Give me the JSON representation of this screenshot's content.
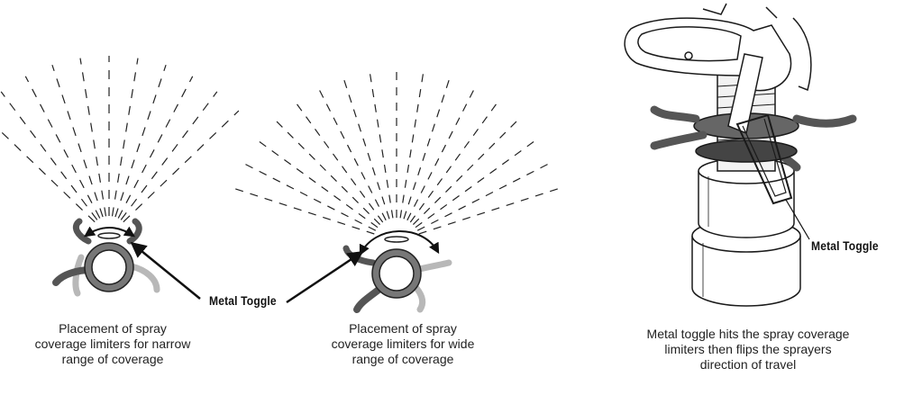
{
  "panels": [
    {
      "caption_lines": [
        "Placement of spray",
        "coverage limiters for narrow",
        "range of coverage"
      ]
    },
    {
      "caption_lines": [
        "Placement of spray",
        "coverage limiters for wide",
        "range of coverage"
      ]
    },
    {
      "caption_lines": [
        "Metal toggle hits the spray coverage",
        "limiters then flips the sprayers",
        "direction of travel"
      ]
    }
  ],
  "callouts": {
    "center_label": "Metal Toggle",
    "right_label": "Metal Toggle"
  },
  "colors": {
    "line": "#1a1a1a",
    "limiter_dark": "#5a5a5a",
    "limiter_light": "#bdbdbd",
    "ring_fill": "#7a7a7a"
  }
}
